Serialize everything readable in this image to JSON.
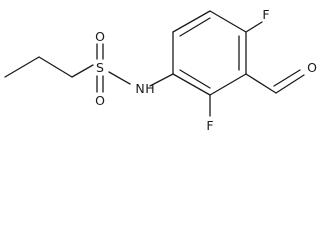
{
  "molecule": {
    "atoms": {
      "sulfur": "S",
      "oxygen_top": "O",
      "oxygen_bottom": "O",
      "nitrogen": "N",
      "nitrogen_h": "H",
      "fluorine_top": "F",
      "fluorine_bottom": "F",
      "aldehyde_oxygen": "O"
    }
  }
}
